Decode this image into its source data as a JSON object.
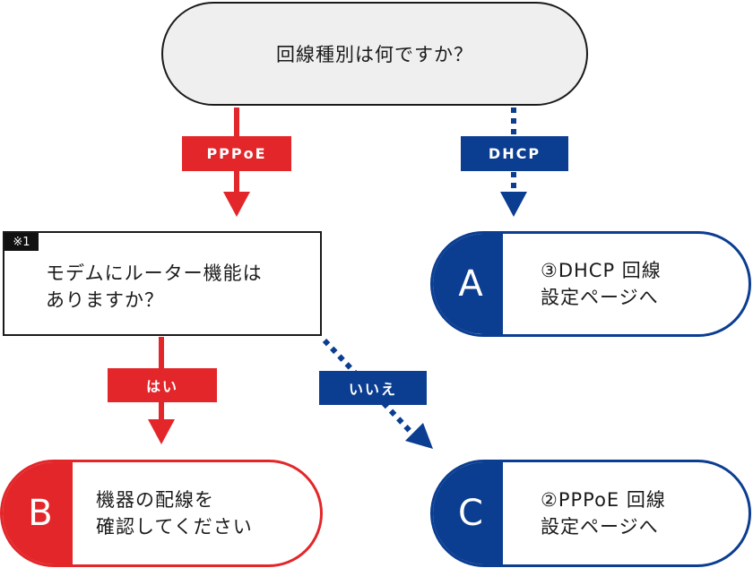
{
  "start": {
    "question": "回線種別は何ですか？"
  },
  "branches": {
    "pppoe": "PPPoE",
    "dhcp": "DHCP",
    "yes": "はい",
    "no": "いいえ"
  },
  "decision": {
    "note": "※1",
    "line1": "モデムにルーター機能は",
    "line2": "ありますか？"
  },
  "results": {
    "a": {
      "badge": "A",
      "line1": "③DHCP 回線",
      "line2": "設定ページへ"
    },
    "b": {
      "badge": "B",
      "line1": "機器の配線を",
      "line2": "確認してください"
    },
    "c": {
      "badge": "C",
      "line1": "②PPPoE 回線",
      "line2": "設定ページへ"
    }
  },
  "colors": {
    "red": "#e3262a",
    "blue": "#0b3d91",
    "start_fill": "#efefef"
  }
}
